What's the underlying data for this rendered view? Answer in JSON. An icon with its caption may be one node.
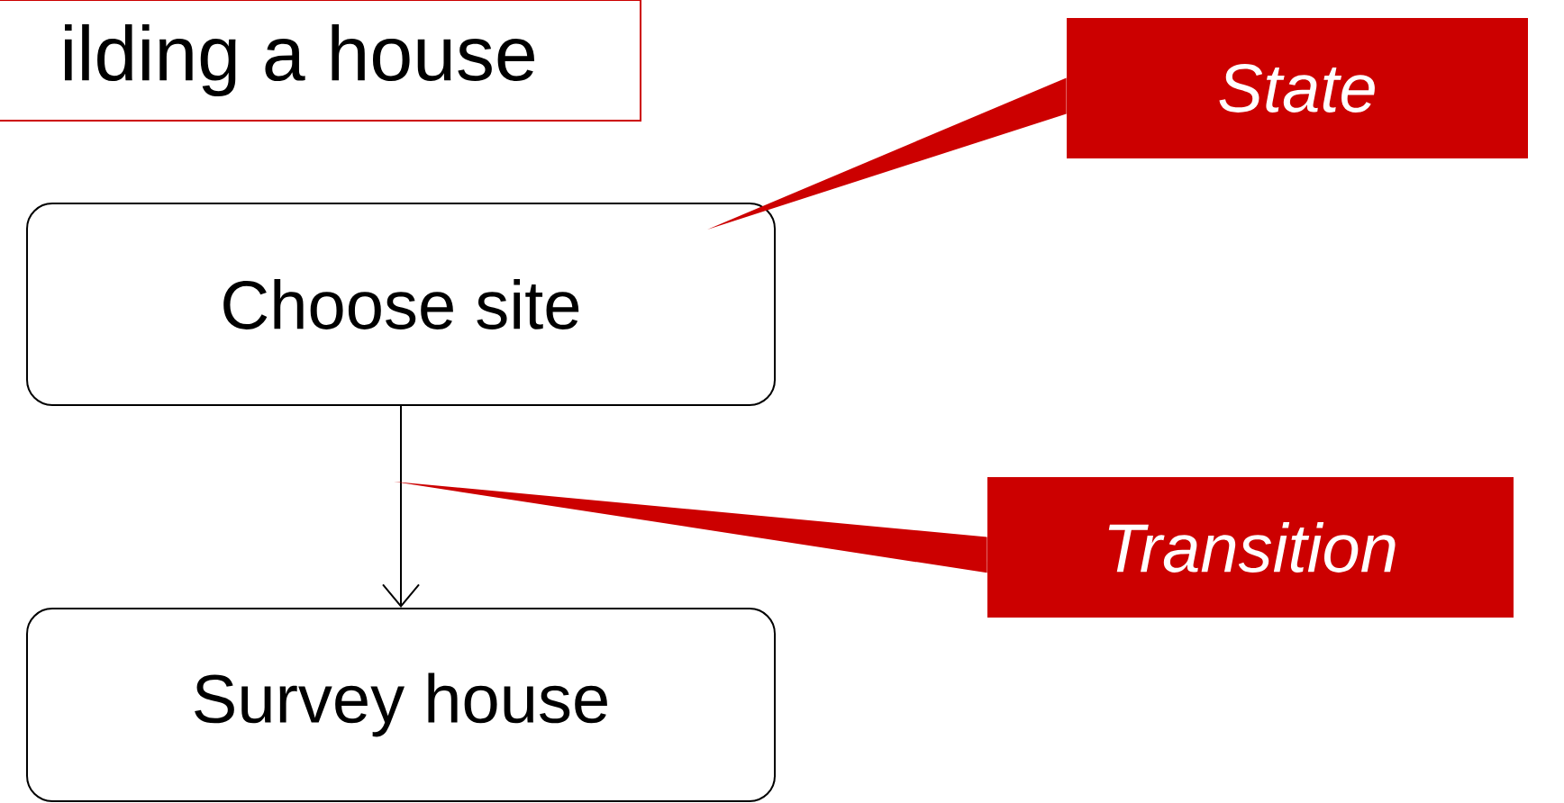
{
  "diagram": {
    "nodes": [
      {
        "text": [
          "ilding a house"
        ]
      },
      {
        "text": [
          "Choose site"
        ]
      },
      {
        "text": [
          "Survey house"
        ]
      },
      {
        "text": [
          "State"
        ]
      },
      {
        "text": [
          "Transition"
        ]
      }
    ],
    "edges": [
      {
        "from": 1,
        "to": 2,
        "arrow": "to"
      },
      {
        "from": 3,
        "to": 1,
        "arrow": "to"
      },
      {
        "from": 4,
        "to": null,
        "arrow": "to"
      }
    ]
  }
}
